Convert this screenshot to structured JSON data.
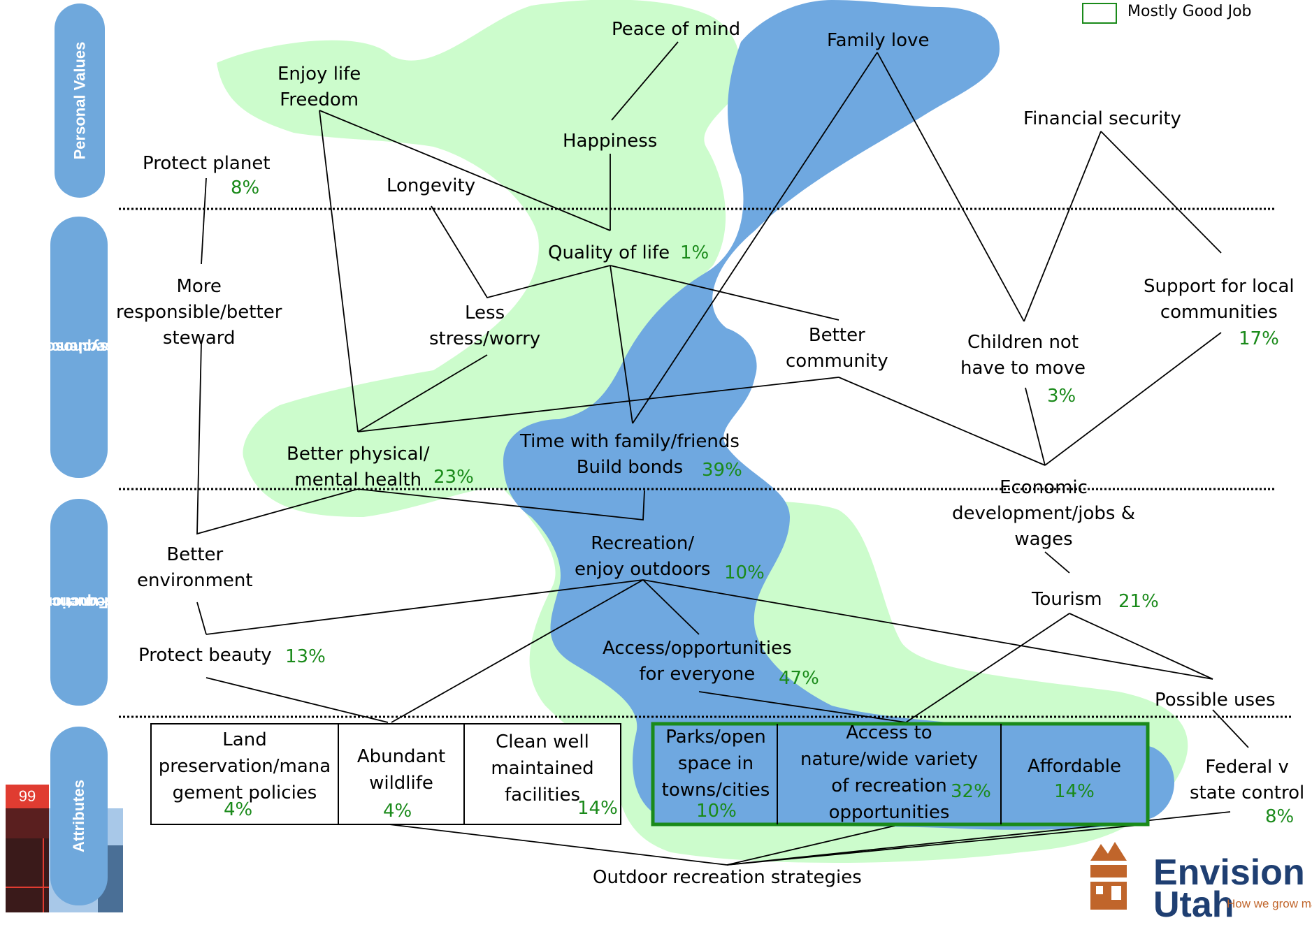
{
  "legend": {
    "label": "Mostly Good Job",
    "color": "#1a8a1a"
  },
  "page_number": "99",
  "levels": {
    "personal_values": "Personal Values",
    "psychosocial": [
      "Psychosocial",
      "Consequences"
    ],
    "functional": [
      "Functional",
      "Consequences"
    ],
    "attributes": "Attributes"
  },
  "nodes": {
    "peace_of_mind": "Peace of mind",
    "family_love": "Family love",
    "enjoy_life": [
      "Enjoy life",
      "Freedom"
    ],
    "financial_security": "Financial security",
    "happiness": "Happiness",
    "protect_planet": {
      "label": "Protect planet",
      "pct": "8%"
    },
    "longevity": "Longevity",
    "quality_of_life": {
      "label": "Quality of life",
      "pct": "1%"
    },
    "more_responsible": [
      "More",
      "responsible/better",
      "steward"
    ],
    "less_stress": [
      "Less",
      "stress/worry"
    ],
    "better_community": [
      "Better",
      "community"
    ],
    "children_not_move": {
      "lines": [
        "Children not",
        "have to move"
      ],
      "pct": "3%"
    },
    "support_local": {
      "lines": [
        "Support for local",
        "communities"
      ],
      "pct": "17%"
    },
    "time_family": {
      "lines": [
        "Time with family/friends",
        "Build bonds"
      ],
      "pct": "39%"
    },
    "better_health": {
      "lines": [
        "Better physical/",
        "mental health"
      ],
      "pct": "23%"
    },
    "economic_dev": [
      "Economic",
      "development/jobs &",
      "wages"
    ],
    "recreation": {
      "lines": [
        "Recreation/",
        "enjoy outdoors"
      ],
      "pct": "10%"
    },
    "better_environment": [
      "Better",
      "environment"
    ],
    "tourism": {
      "label": "Tourism",
      "pct": "21%"
    },
    "access_opportunities": {
      "lines": [
        "Access/opportunities",
        "for everyone"
      ],
      "pct": "47%"
    },
    "protect_beauty": {
      "label": "Protect beauty",
      "pct": "13%"
    },
    "possible_uses": "Possible uses",
    "federal_state": {
      "lines": [
        "Federal v",
        "state control"
      ],
      "pct": "8%"
    },
    "outdoor_strategies": "Outdoor recreation strategies"
  },
  "attributes": [
    {
      "lines": [
        "Land",
        "preservation/mana",
        "gement policies"
      ],
      "pct": "4%"
    },
    {
      "lines": [
        "Abundant",
        "wildlife"
      ],
      "pct": "4%"
    },
    {
      "lines": [
        "Clean well",
        "maintained",
        "facilities"
      ],
      "pct": "14%"
    },
    {
      "lines": [
        "Parks/open",
        "space in",
        "towns/cities"
      ],
      "pct": "10%"
    },
    {
      "lines": [
        "Access to",
        "nature/wide variety",
        "of recreation",
        "opportunities"
      ],
      "pct": "32%"
    },
    {
      "lines": [
        "Affordable"
      ],
      "pct": "14%"
    }
  ],
  "logo": {
    "name": [
      "Envision",
      "Utah"
    ],
    "tagline": "How we grow ma"
  },
  "colors": {
    "green_region": "#ccfccc",
    "blue_region": "#6fa8e0",
    "pct_text": "#1a8a1a",
    "level_pill": "#6fa8dc"
  }
}
